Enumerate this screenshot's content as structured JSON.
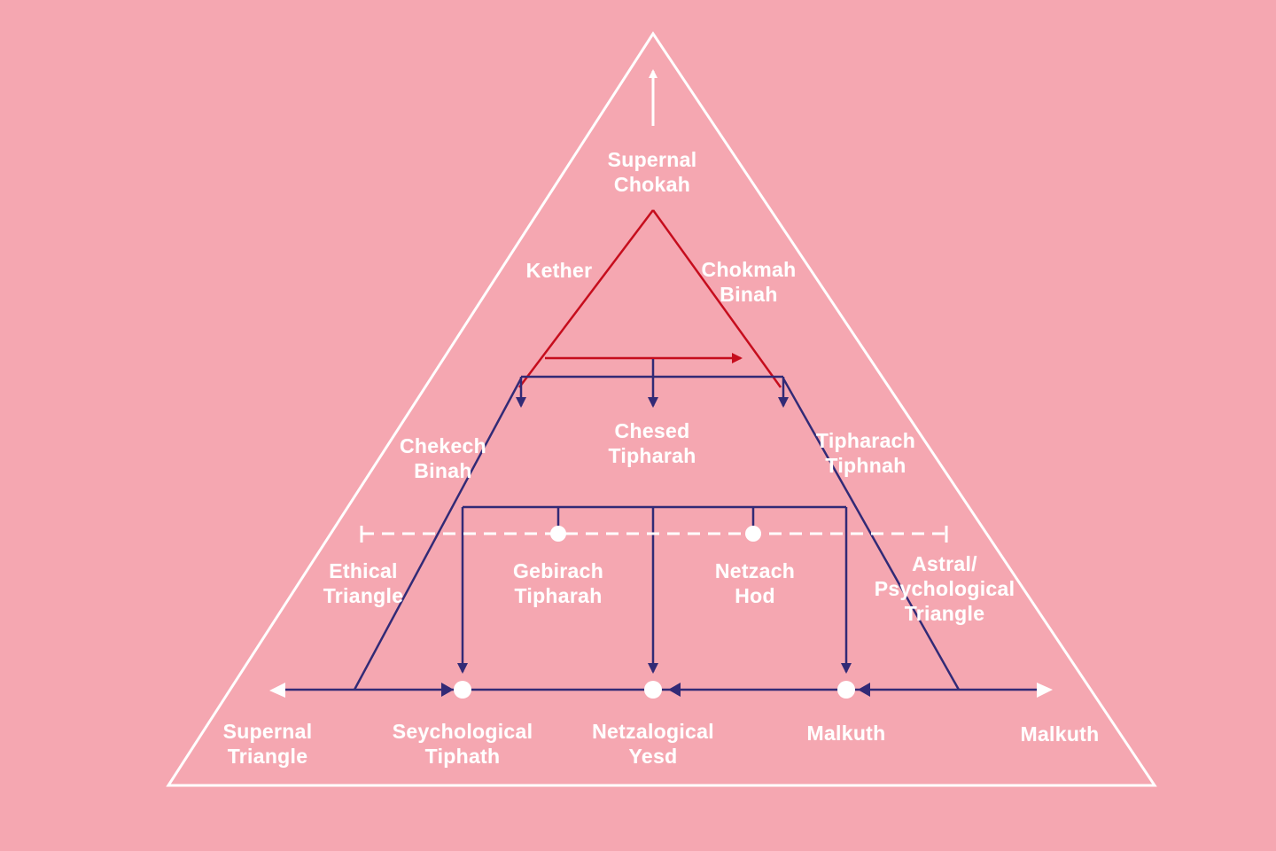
{
  "title": "Kabbalistic triangle diagram",
  "colors": {
    "bg": "#f5a7b1",
    "white": "#ffffff",
    "red": "#c60d1d",
    "navy": "#322a76"
  },
  "labels": {
    "supernal_chokah": "Supernal\nChokah",
    "kether": "Kether",
    "chokmah_binah": "Chokmah\nBinah",
    "chekech_binah": "Chekech\nBinah",
    "chesed_tipharah": "Chesed\nTipharah",
    "tipharach_tiphnah": "Tipharach\nTiphnah",
    "ethical_triangle": "Ethical\nTriangle",
    "gebirach_tipharah": "Gebirach\nTipharah",
    "netzach_hod": "Netzach\nHod",
    "astral_psych_triangle": "Astral/\nPsychological\nTriangle",
    "supernal_triangle": "Supernal\nTriangle",
    "seychological_tiphath": "Seychological\nTiphath",
    "netzalogical_yesd": "Netzalogical\nYesd",
    "malkuth_center": "Malkuth",
    "malkuth_right": "Malkuth"
  }
}
